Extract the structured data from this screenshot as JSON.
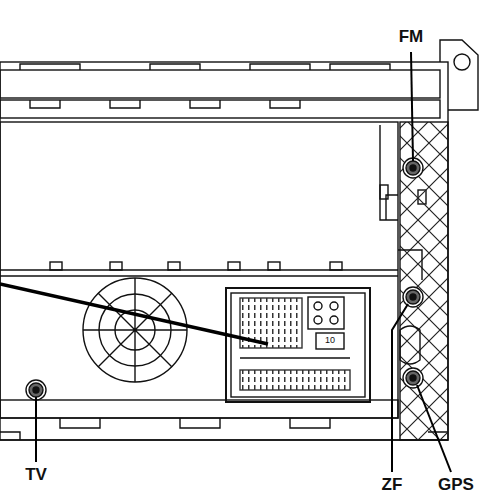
{
  "diagram": {
    "labels": [
      "FM",
      "TV",
      "ZF",
      "GPS",
      "10"
    ]
  }
}
